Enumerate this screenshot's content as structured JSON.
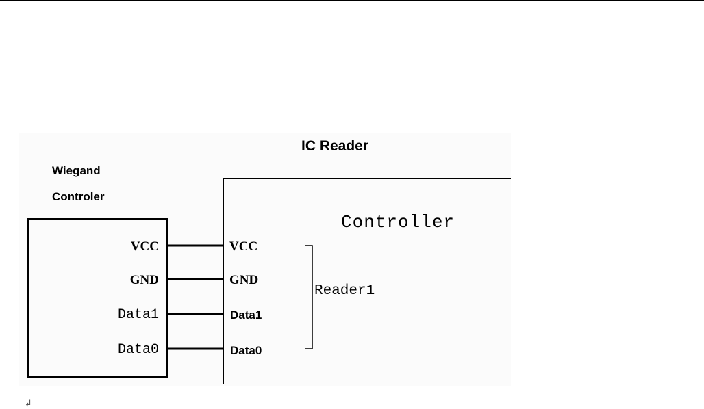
{
  "ic_reader_title": "IC Reader",
  "wiegand_controller": {
    "line1": "Wiegand",
    "line2": "Controler",
    "pins": [
      "VCC",
      "GND",
      "Data1",
      "Data0"
    ]
  },
  "ic_reader": {
    "controller_title": "Controller",
    "pins": [
      "VCC",
      "GND",
      "Data1",
      "Data0"
    ],
    "group_label": "Reader1"
  },
  "return_mark": "↲"
}
